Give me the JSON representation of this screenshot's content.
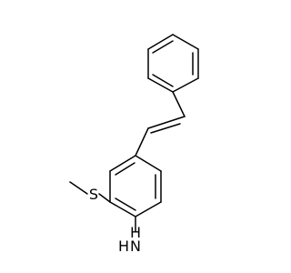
{
  "atoms": {
    "sulfur": "S",
    "nitrogen": "N",
    "hydrogen_1": "H",
    "hydrogen_2": "H"
  }
}
